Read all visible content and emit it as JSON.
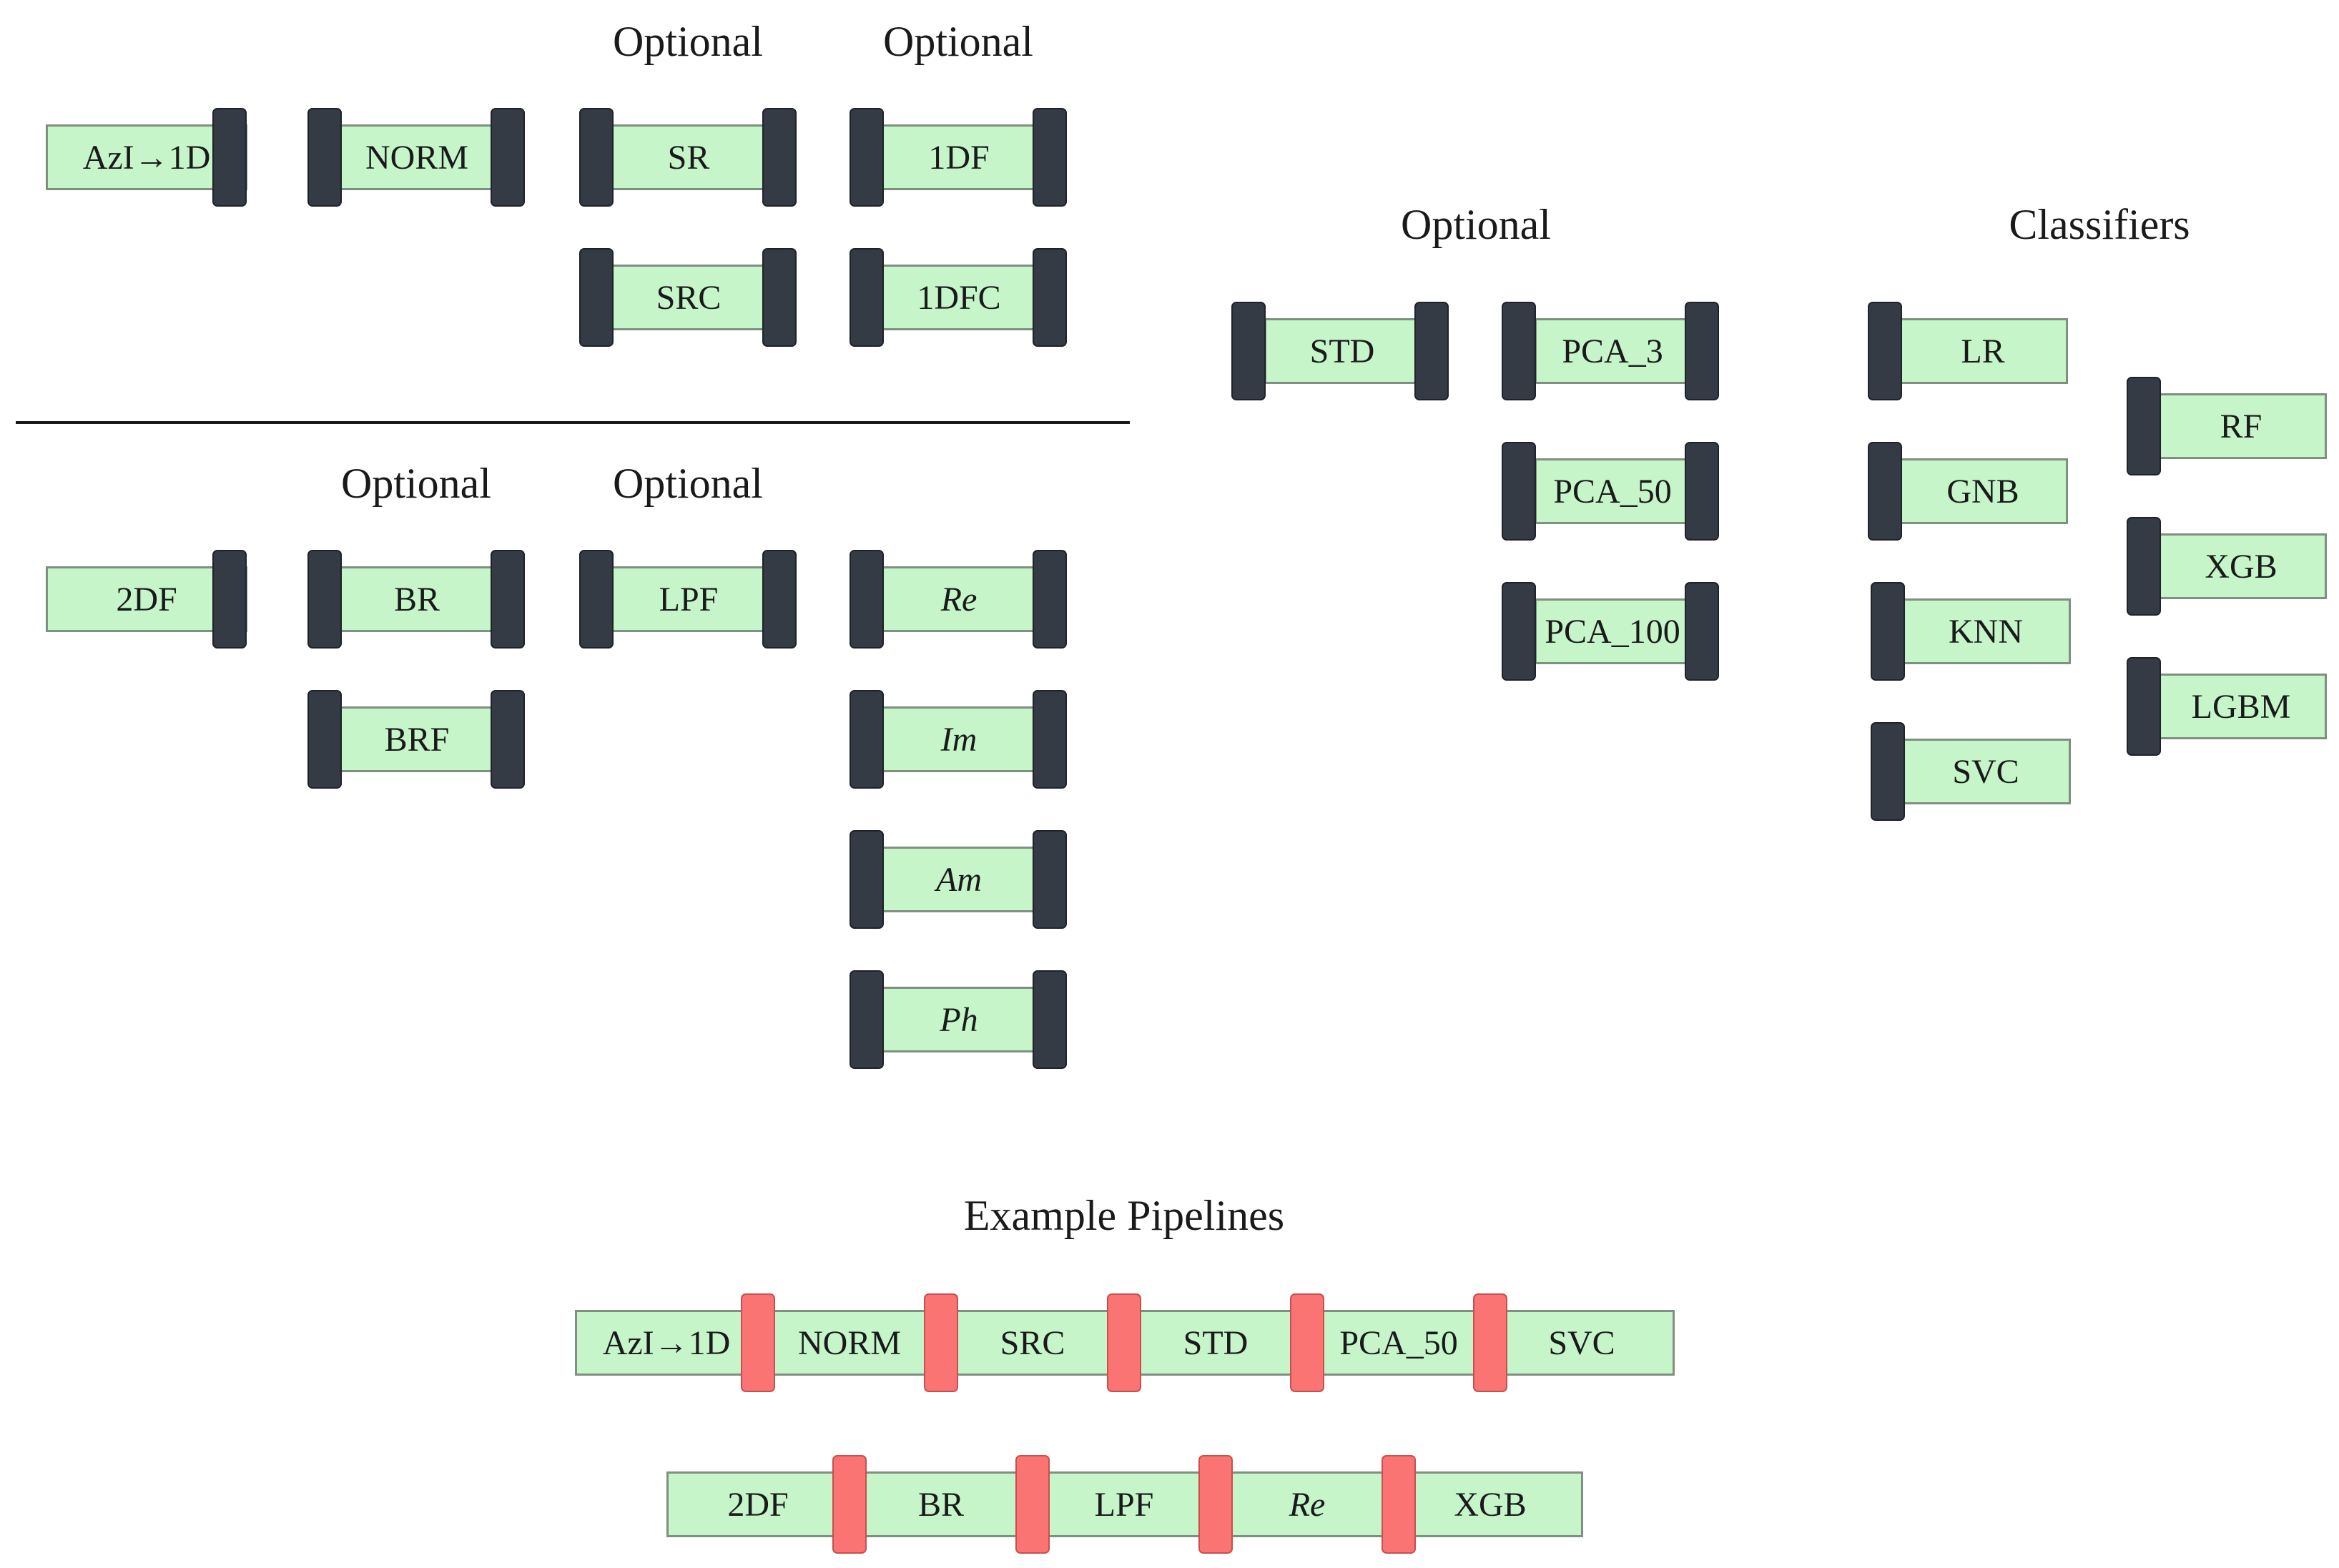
{
  "headers": {
    "top_optional_a": "Optional",
    "top_optional_b": "Optional",
    "right_optional": "Optional",
    "classifiers": "Classifiers",
    "bottom_optional_a": "Optional",
    "bottom_optional_b": "Optional",
    "example_pipelines": "Example Pipelines"
  },
  "blocks": {
    "azi_1d": "AzI→1D",
    "norm": "NORM",
    "sr": "SR",
    "src": "SRC",
    "df1": "1DF",
    "dfc1": "1DFC",
    "df2": "2DF",
    "br": "BR",
    "brf": "BRF",
    "lpf": "LPF",
    "re": "Re",
    "im": "Im",
    "am": "Am",
    "ph": "Ph",
    "std": "STD",
    "pca3": "PCA_3",
    "pca50": "PCA_50",
    "pca100": "PCA_100",
    "lr": "LR",
    "gnb": "GNB",
    "knn": "KNN",
    "svc": "SVC",
    "rf": "RF",
    "xgb": "XGB",
    "lgbm": "LGBM"
  },
  "pipelines": {
    "p1": [
      "AzI→1D",
      "NORM",
      "SRC",
      "STD",
      "PCA_50",
      "SVC"
    ],
    "p2": [
      "2DF",
      "BR",
      "LPF",
      "Re",
      "XGB"
    ]
  },
  "colors": {
    "block_fill": "#c5f5c8",
    "connector": "#353b44",
    "pipeline_connector": "#fb7474"
  }
}
